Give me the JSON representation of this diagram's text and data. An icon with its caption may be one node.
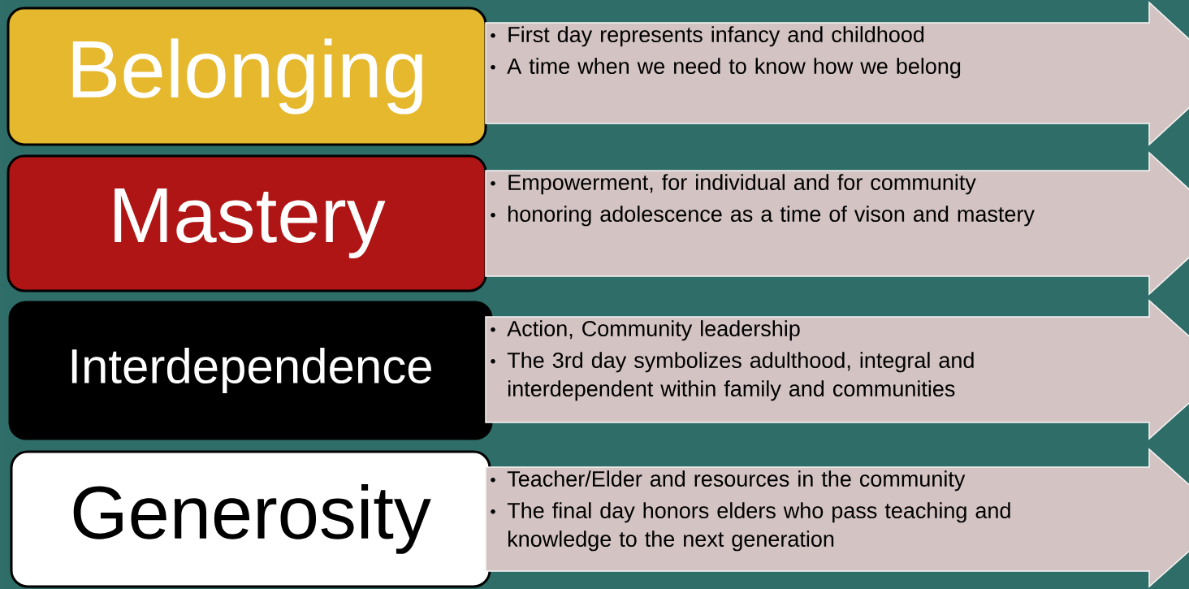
{
  "diagram": {
    "nodes": [
      {
        "text": [
          "Belonging"
        ]
      },
      {
        "text": [
          "First day represents infancy and childhood",
          "A time when we need to know how we belong"
        ]
      },
      {
        "text": [
          "Mastery"
        ]
      },
      {
        "text": [
          "Empowerment, for individual and for community",
          "honoring adolescence as a time of vison and mastery"
        ]
      },
      {
        "text": [
          "Interdependence"
        ]
      },
      {
        "text": [
          "Action, Community leadership",
          "The 3rd day symbolizes adulthood, integral and interdependent within family and communities"
        ]
      },
      {
        "text": [
          "Generosity"
        ]
      },
      {
        "text": [
          "Teacher/Elder and resources in the community",
          "The final day honors elders who pass teaching and knowledge to the next generation"
        ]
      }
    ]
  }
}
